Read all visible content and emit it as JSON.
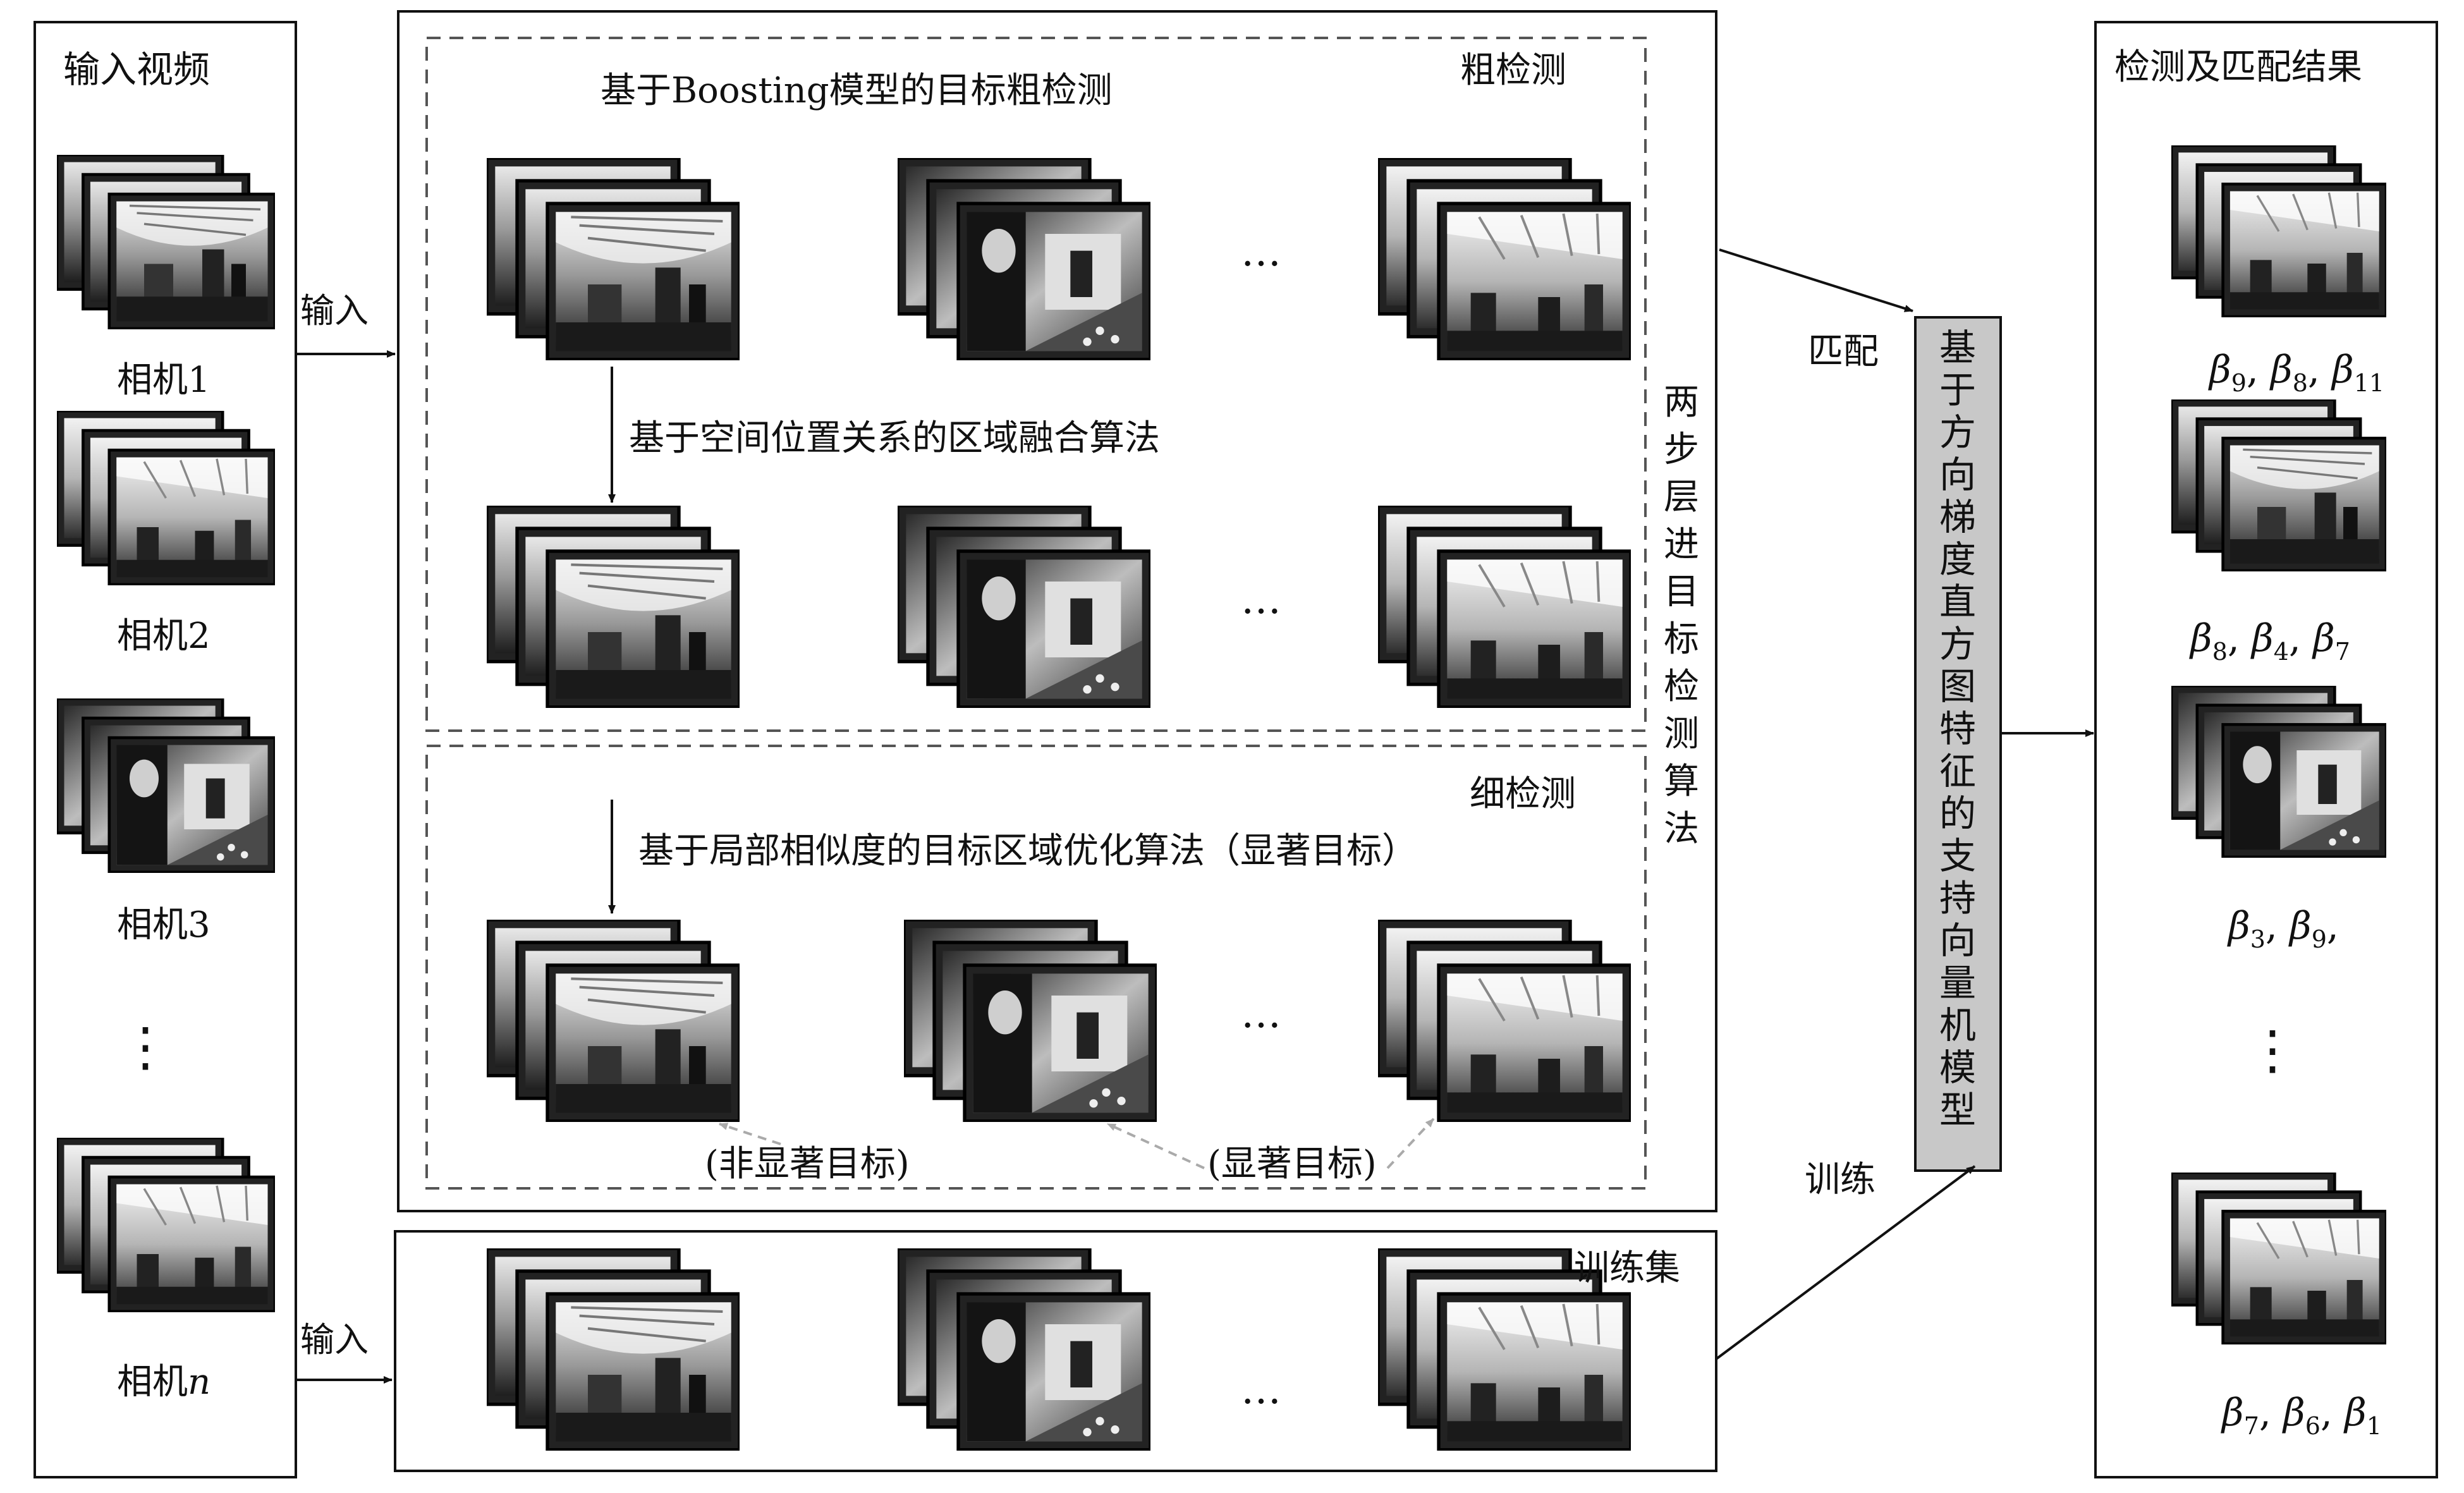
{
  "input_panel": {
    "title": "输入视频",
    "cameras": [
      "相机1",
      "相机2",
      "相机3",
      "相机"
    ],
    "camera_n_suffix": "n",
    "ellipsis": "⋮"
  },
  "arrows": {
    "input_top": "输入",
    "input_bottom": "输入",
    "match": "匹配",
    "train": "训练"
  },
  "detection": {
    "coarse_label": "粗检测",
    "coarse_title": "基于Boosting模型的目标粗检测",
    "fusion_title": "基于空间位置关系的区域融合算法",
    "fine_label": "细检测",
    "fine_title": "基于局部相似度的目标区域优化算法（显著目标）",
    "non_salient": "(非显著目标)",
    "salient": "(显著目标)",
    "side_label": [
      "两",
      "步",
      "层",
      "进",
      "目",
      "标",
      "检",
      "测",
      "算",
      "法"
    ],
    "dots": "…"
  },
  "training": {
    "label": "训练集",
    "dots": "…"
  },
  "svm_box": {
    "text": [
      "基",
      "于",
      "方",
      "向",
      "梯",
      "度",
      "直",
      "方",
      "图",
      "特",
      "征",
      "的",
      "支",
      "持",
      "向",
      "量",
      "机",
      "模",
      "型"
    ]
  },
  "results": {
    "title": "检测及匹配结果",
    "ellipsis": "⋮",
    "rows": [
      [
        {
          "sym": "β",
          "sub": "9"
        },
        {
          "sym": "β",
          "sub": "8"
        },
        {
          "sym": "β",
          "sub": "11"
        }
      ],
      [
        {
          "sym": "β",
          "sub": "8"
        },
        {
          "sym": "β",
          "sub": "4"
        },
        {
          "sym": "β",
          "sub": "7"
        }
      ],
      [
        {
          "sym": "β",
          "sub": "3"
        },
        {
          "sym": "β",
          "sub": "9"
        }
      ],
      [
        {
          "sym": "β",
          "sub": "7"
        },
        {
          "sym": "β",
          "sub": "6"
        },
        {
          "sym": "β",
          "sub": "1"
        }
      ]
    ]
  }
}
